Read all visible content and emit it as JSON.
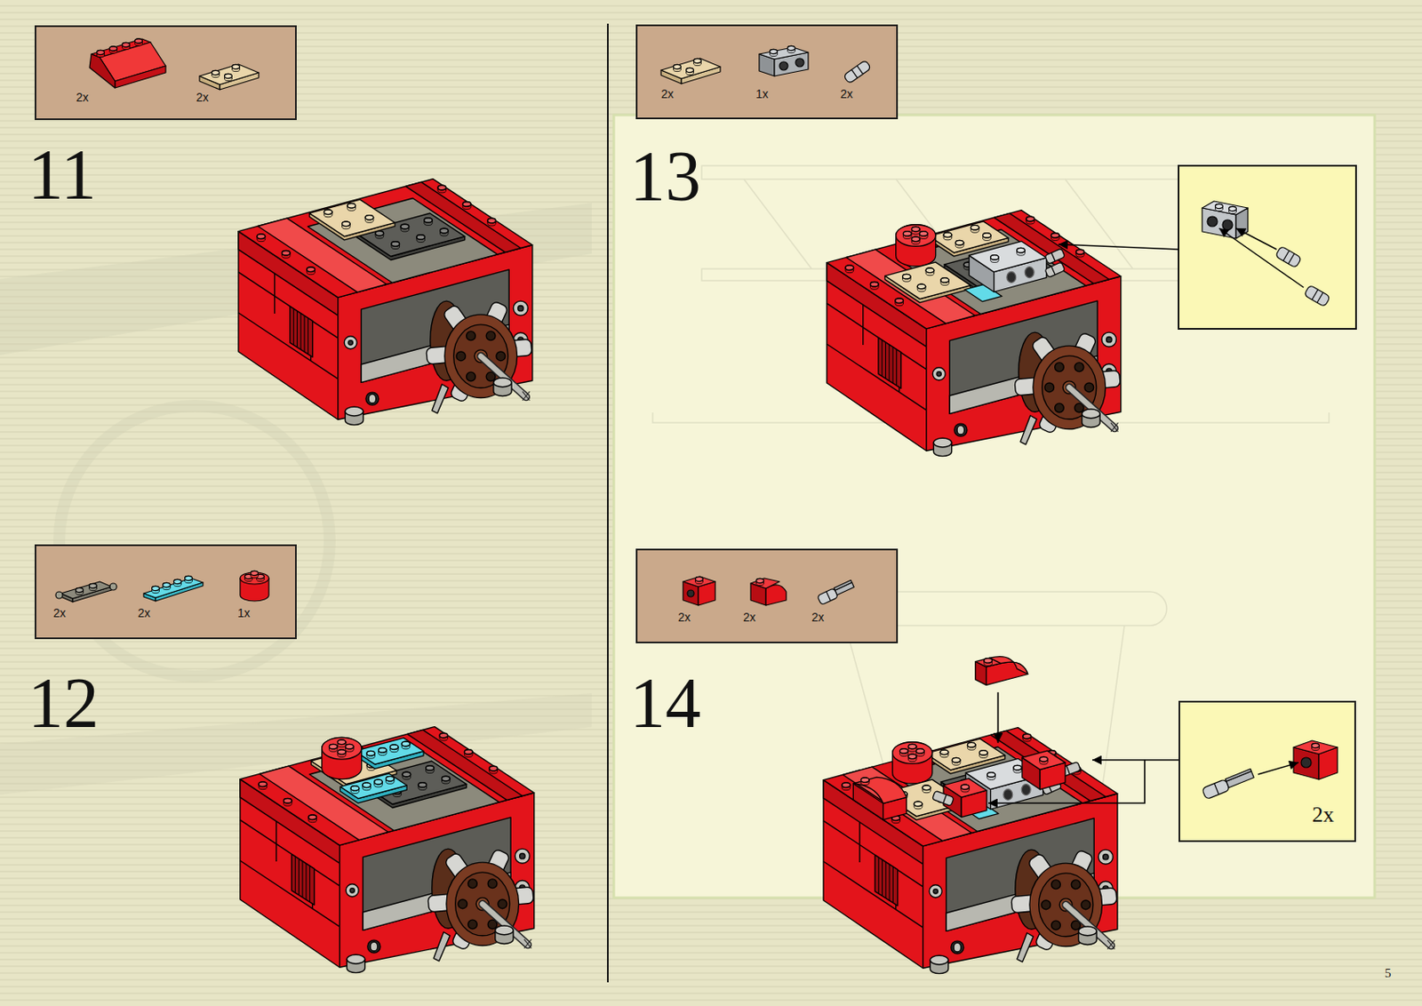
{
  "diagram": {
    "nodes": [
      {
        "text": [
          "2x",
          "2x"
        ]
      },
      {
        "text": [
          "2x",
          "2x",
          "1x"
        ]
      },
      {
        "text": [
          "2x",
          "1x",
          "2x"
        ]
      },
      {
        "text": [
          "2x",
          "2x",
          "2x"
        ]
      },
      {
        "text": [
          "2x"
        ]
      }
    ],
    "labels": [
      "11",
      "12",
      "13",
      "14",
      "5"
    ]
  }
}
